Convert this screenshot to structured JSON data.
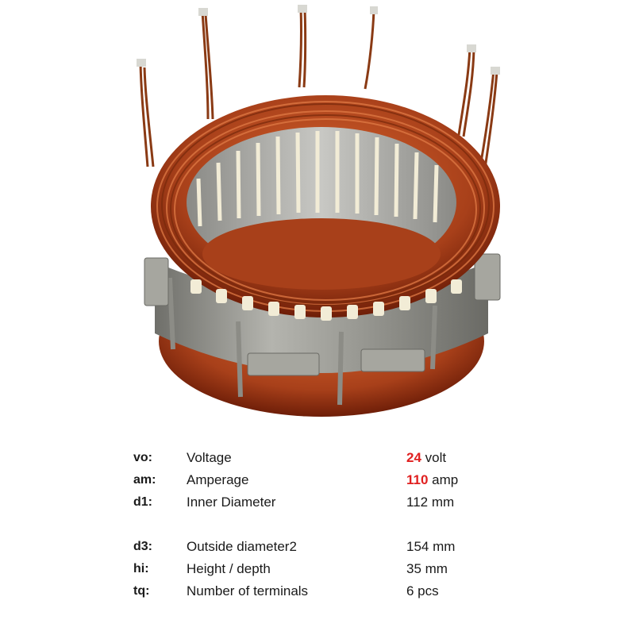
{
  "image": {
    "subject": "stator-icon",
    "colors": {
      "copper": "#b8461e",
      "copper_light": "#e07a45",
      "copper_dark": "#6e1e08",
      "steel": "#9a9a94",
      "steel_dark": "#6f6f6a",
      "insulator": "#f2ecd6"
    }
  },
  "specs": {
    "accent_color": "#e02020",
    "rows": [
      {
        "code": "vo:",
        "label": "Voltage",
        "num": "24",
        "unit": "volt"
      },
      {
        "code": "am:",
        "label": "Amperage",
        "num": "110",
        "unit": "amp"
      },
      {
        "code": "d1:",
        "label": "Inner Diameter",
        "value": "112 mm"
      },
      {
        "code": "d3:",
        "label": "Outside diameter2",
        "value": "154 mm"
      },
      {
        "code": "hi:",
        "label": "Height / depth",
        "value": "35 mm"
      },
      {
        "code": "tq:",
        "label": "Number of terminals",
        "value": "6 pcs"
      }
    ]
  }
}
